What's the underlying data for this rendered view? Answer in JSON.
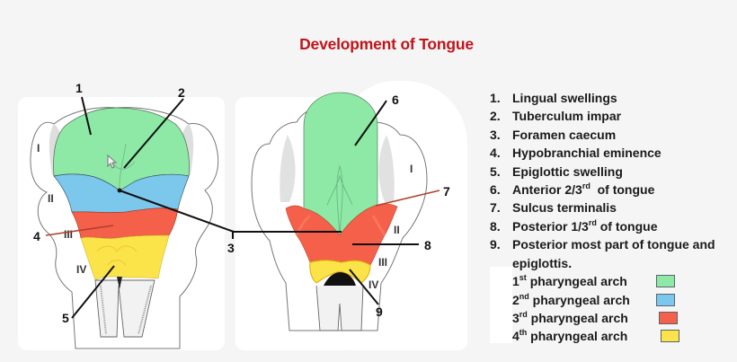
{
  "slide": {
    "title": "Development of  Tongue",
    "title_color": "#c0141b",
    "background": "#f5f5f5"
  },
  "legend": {
    "items": [
      {
        "num": "1.",
        "text": "Lingual swellings"
      },
      {
        "num": "2.",
        "text": "Tuberculum impar"
      },
      {
        "num": "3.",
        "text": "Foramen caecum"
      },
      {
        "num": "4.",
        "text": "Hypobranchial eminence"
      },
      {
        "num": "5.",
        "text": "Epiglottic swelling"
      },
      {
        "num": "6.",
        "text_pre": "Anterior 2/3",
        "sup": "rd",
        "text_post": "  of tongue"
      },
      {
        "num": "7.",
        "text": "Sulcus terminalis"
      },
      {
        "num": "8.",
        "text_pre": "Posterior 1/3",
        "sup": "rd",
        "text_post": " of tongue"
      },
      {
        "num": "9.",
        "text": "Posterior most part of tongue and epiglottis."
      }
    ]
  },
  "arches": [
    {
      "ordinal": "1",
      "sup": "st",
      "label": " pharyngeal arch",
      "color": "#8ee8a6"
    },
    {
      "ordinal": "2",
      "sup": "nd",
      "label": " pharyngeal arch",
      "color": "#7cc8ec"
    },
    {
      "ordinal": "3",
      "sup": "rd",
      "label": " pharyngeal arch",
      "color": "#f5604a"
    },
    {
      "ordinal": "4",
      "sup": "th",
      "label": " pharyngeal arch",
      "color": "#fbe34a"
    }
  ],
  "diagram": {
    "left_callouts": [
      "1",
      "2",
      "3",
      "4",
      "5"
    ],
    "right_callouts": [
      "6",
      "7",
      "8",
      "9"
    ],
    "left_arch_numerals": [
      "I",
      "II",
      "III",
      "IV"
    ],
    "right_arch_numerals": [
      "I",
      "II",
      "III",
      "IV"
    ],
    "colors": {
      "arch1": "#8ee8a6",
      "arch2": "#7cc8ec",
      "arch3": "#f5604a",
      "arch4": "#fbe34a",
      "outline": "#555555",
      "callout_line": "#111111",
      "red_callout_line": "#b0402a"
    }
  }
}
